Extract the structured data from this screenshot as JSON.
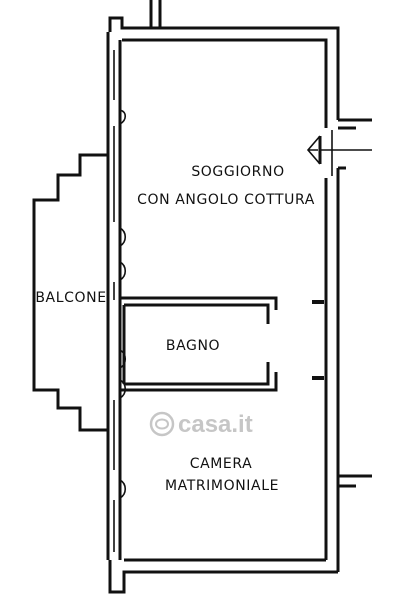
{
  "rooms": {
    "living_line1": "SOGGIORNO",
    "living_line2": "CON ANGOLO COTTURA",
    "balcony": "BALCONE",
    "bathroom": "BAGNO",
    "bedroom_line1": "CAMERA",
    "bedroom_line2": "MATRIMONIALE"
  },
  "watermark": {
    "text": "casa.it"
  },
  "entrance": {
    "icon": "arrow-left-icon"
  },
  "colors": {
    "line": "#111111",
    "background": "#ffffff",
    "watermark": "#bdbdbd"
  }
}
